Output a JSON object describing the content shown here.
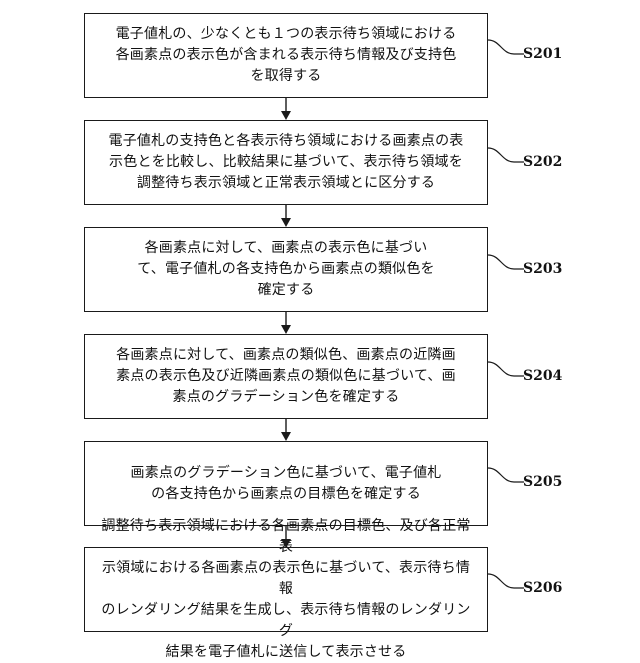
{
  "steps": [
    {
      "id": "S201",
      "lines": [
        "電子値札の、少なくとも１つの表示待ち領域における",
        "各画素点の表示色が含まれる表示待ち情報及び支持色",
        "を取得する"
      ]
    },
    {
      "id": "S202",
      "lines": [
        "電子値札の支持色と各表示待ち領域における画素点の表",
        "示色とを比較し、比較結果に基づいて、表示待ち領域を",
        "調整待ち表示領域と正常表示領域とに区分する"
      ]
    },
    {
      "id": "S203",
      "lines": [
        "各画素点に対して、画素点の表示色に基づい",
        "て、電子値札の各支持色から画素点の類似色を",
        "確定する"
      ]
    },
    {
      "id": "S204",
      "lines": [
        "各画素点に対して、画素点の類似色、画素点の近隣画",
        "素点の表示色及び近隣画素点の類似色に基づいて、画",
        "素点のグラデーション色を確定する"
      ]
    },
    {
      "id": "S205",
      "lines": [
        "画素点のグラデーション色に基づいて、電子値札",
        "の各支持色から画素点の目標色を確定する"
      ]
    },
    {
      "id": "S206",
      "lines": [
        "調整待ち表示領域における各画素点の目標色、及び各正常表",
        "示領域における各画素点の表示色に基づいて、表示待ち情報",
        "のレンダリング結果を生成し、表示待ち情報のレンダリング",
        "結果を電子値札に送信して表示させる"
      ]
    }
  ]
}
